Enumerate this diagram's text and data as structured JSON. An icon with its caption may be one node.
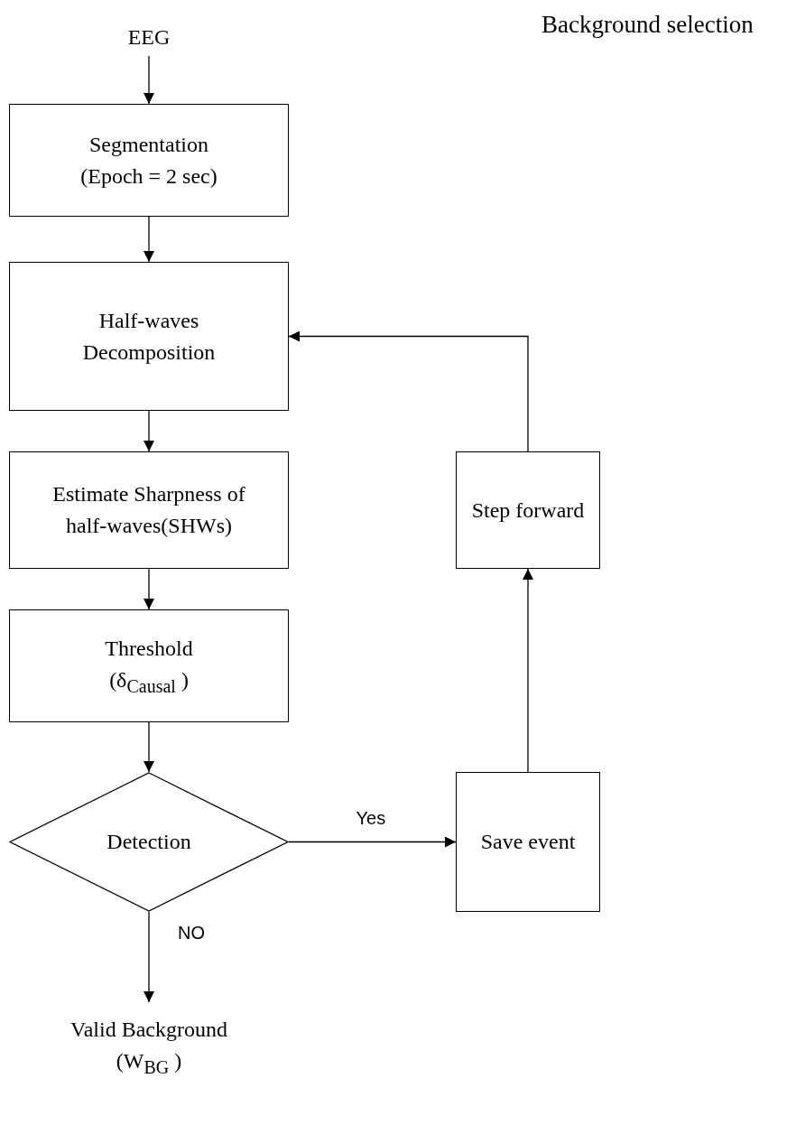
{
  "diagram": {
    "title": "Background selection",
    "nodes": [
      {
        "text": [
          "EEG"
        ]
      },
      {
        "text": [
          "Segmentation (Epoch = 2 sec)"
        ]
      },
      {
        "text": [
          "Half-waves Decomposition"
        ]
      },
      {
        "text": [
          "Estimate Sharpness of half-waves(SHWs)"
        ]
      },
      {
        "text": [
          "Threshold (δ$_{Causal}$ )"
        ]
      },
      {
        "text": [
          "Detection"
        ]
      },
      {
        "text": [
          "Save event"
        ]
      },
      {
        "text": [
          "Step forward"
        ]
      },
      {
        "text": [
          "Valid Background (W$_{BG}$ )"
        ]
      }
    ],
    "edges": [
      {
        "from": 0,
        "to": 1,
        "arrow": "to"
      },
      {
        "from": 1,
        "to": 2,
        "arrow": "to"
      },
      {
        "from": 2,
        "to": 3,
        "arrow": "to"
      },
      {
        "from": 3,
        "to": 4,
        "arrow": "to"
      },
      {
        "from": 4,
        "to": 5,
        "arrow": "to"
      },
      {
        "from": 5,
        "to": 6,
        "arrow": "to",
        "label": "Yes"
      },
      {
        "from": 6,
        "to": 7,
        "arrow": "to"
      },
      {
        "from": 7,
        "to": 2,
        "arrow": "to"
      },
      {
        "from": 5,
        "to": 8,
        "arrow": "to",
        "label": "NO"
      }
    ]
  }
}
